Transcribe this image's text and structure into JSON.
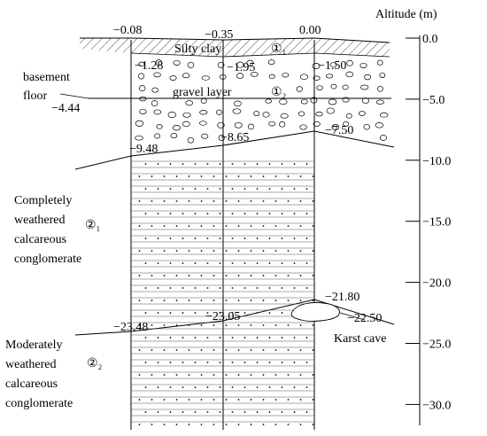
{
  "axis": {
    "title": "Altitude (m)",
    "ticks": [
      {
        "value": 0,
        "label": "0.0"
      },
      {
        "value": -5,
        "label": "-5.0"
      },
      {
        "value": -10,
        "label": "-10.0"
      },
      {
        "value": -15,
        "label": "-15.0"
      },
      {
        "value": -20,
        "label": "-20.0"
      },
      {
        "value": -25,
        "label": "-25.0"
      },
      {
        "value": -30,
        "label": "-30.0"
      }
    ]
  },
  "boreholes": [
    {
      "id": "left",
      "top": "-0.08",
      "silty_clay_bottom": "-1.28",
      "gravel_bottom": "-9.48",
      "weathered_top": "-23.48"
    },
    {
      "id": "middle",
      "top": "-0.35",
      "silty_clay_bottom": "-1.95",
      "gravel_bottom": "-8.65",
      "weathered_top": "-23.05"
    },
    {
      "id": "right",
      "top": "0.00",
      "silty_clay_bottom": "-1.50",
      "gravel_bottom": "-7.50",
      "weathered_top": "-21.80",
      "cave_bottom": "-22.50"
    }
  ],
  "labels": {
    "silty_clay": "Silty clay",
    "silty_clay_code": "①₁",
    "gravel_layer": "gravel layer",
    "gravel_code": "①₂",
    "basement_line1": "basement",
    "basement_line2": "floor",
    "basement_level": "-4.44",
    "completely_weathered": [
      "Completely",
      "weathered",
      "calcareous",
      "conglomerate"
    ],
    "completely_code": "②₁",
    "moderately_weathered": [
      "Moderately",
      "weathered",
      "calcareous",
      "conglomerate"
    ],
    "moderately_code": "②₂",
    "karst_cave": "Karst cave"
  },
  "colors": {
    "ink": "#000000",
    "background": "#ffffff"
  }
}
